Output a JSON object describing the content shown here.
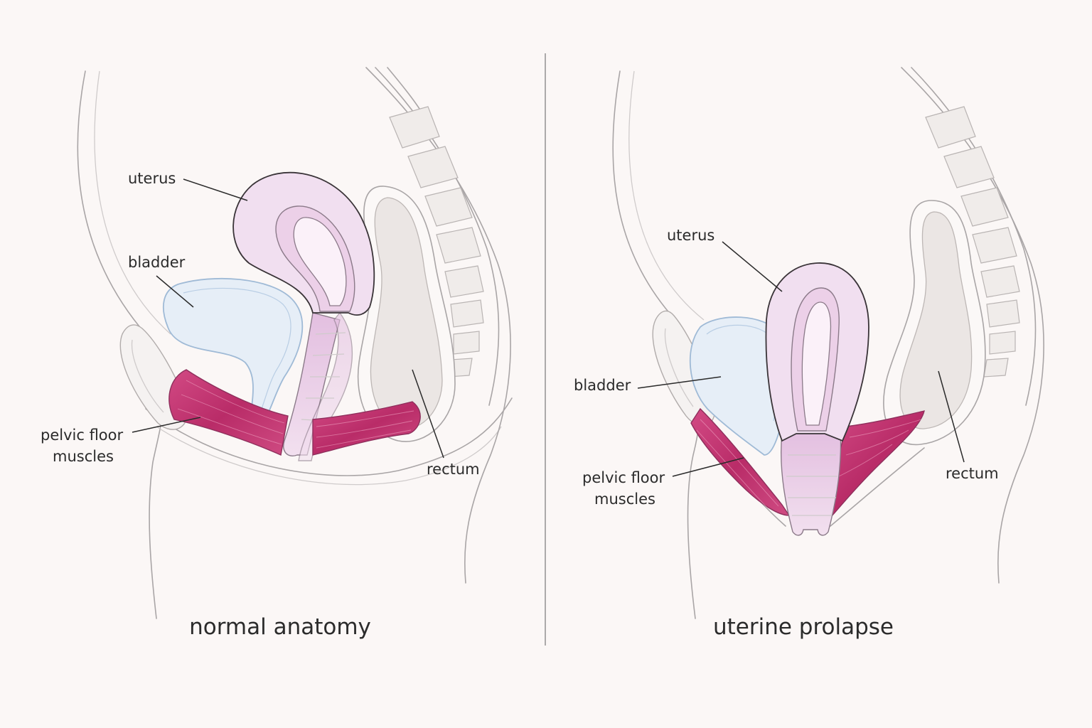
{
  "panels": [
    {
      "caption": "normal anatomy",
      "labels": {
        "uterus": "uterus",
        "bladder": "bladder",
        "pelvic_floor_line1": "pelvic floor",
        "pelvic_floor_line2": "muscles",
        "rectum": "rectum"
      }
    },
    {
      "caption": "uterine prolapse",
      "labels": {
        "uterus": "uterus",
        "bladder": "bladder",
        "pelvic_floor_line1": "pelvic floor",
        "pelvic_floor_line2": "muscles",
        "rectum": "rectum"
      }
    }
  ],
  "colors": {
    "background": "#fbf7f6",
    "muscle": "#c2386f",
    "uterus": "#f1dff0",
    "bladder": "#e6eef7",
    "rectum": "#ebe6e4",
    "divider": "#8a8a8a"
  }
}
